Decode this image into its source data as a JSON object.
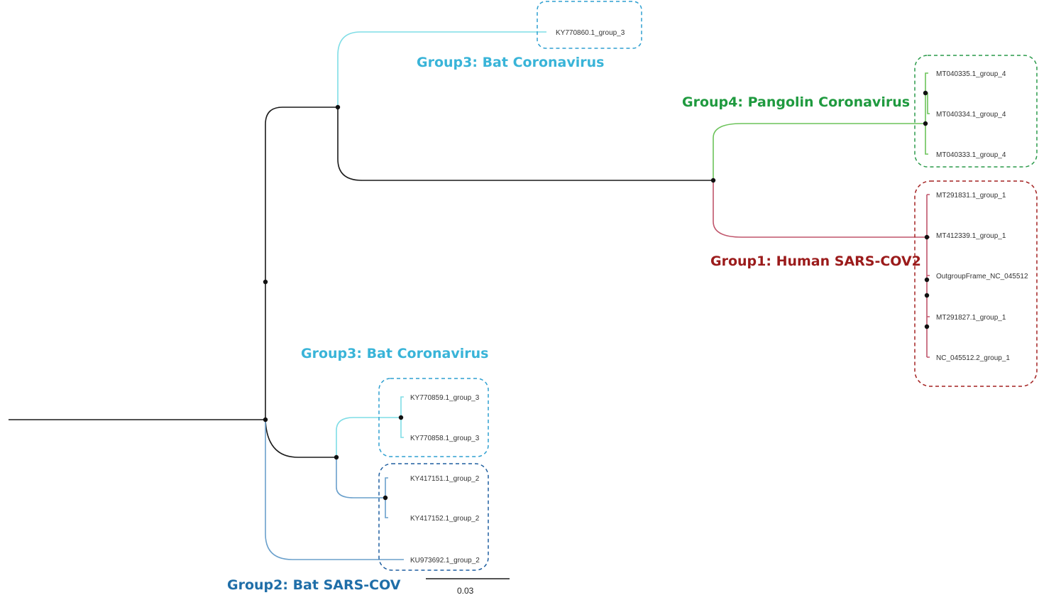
{
  "colors": {
    "black": "#1a1a1a",
    "group3": "#39b4d8",
    "group3_branch": "#7fdde6",
    "group4": "#1f9a3f",
    "group4_branch": "#6cc35a",
    "group1": "#9b1b1b",
    "group1_branch": "#c0556b",
    "group2": "#1f6ea8",
    "group2_branch": "#6aa0cc",
    "box_group3": "#2e9fd0",
    "box_group2": "#1f5fa0",
    "box_group4": "#2a9a4a",
    "box_group1": "#a32020"
  },
  "leaves": {
    "ky770860": "KY770860.1_group_3",
    "mt040335": "MT040335.1_group_4",
    "mt040334": "MT040334.1_group_4",
    "mt040333": "MT040333.1_group_4",
    "mt291831": "MT291831.1_group_1",
    "mt412339": "MT412339.1_group_1",
    "outgroup": "OutgroupFrame_NC_045512",
    "mt291827": "MT291827.1_group_1",
    "nc045512": "NC_045512.2_group_1",
    "ky770859": "KY770859.1_group_3",
    "ky770858": "KY770858.1_group_3",
    "ky417151": "KY417151.1_group_2",
    "ky417152": "KY417152.1_group_2",
    "ku973692": "KU973692.1_group_2"
  },
  "groups": {
    "group3_top": "Group3: Bat Coronavirus",
    "group4": "Group4: Pangolin Coronavirus",
    "group1": "Group1: Human SARS-COV2",
    "group3_bottom": "Group3: Bat Coronavirus",
    "group2": "Group2: Bat SARS-COV"
  },
  "scale": {
    "label": "0.03"
  }
}
